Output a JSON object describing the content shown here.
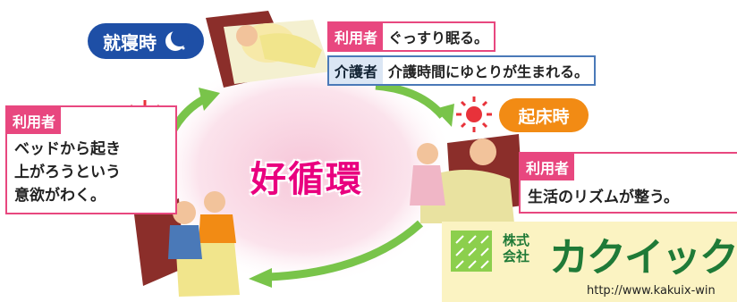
{
  "colors": {
    "accent_pink": "#e9007f",
    "user_tag": "#e8477f",
    "caregiver_tag_border": "#4a79b8",
    "night_badge": "#1e4fa6",
    "morning_badge": "#f28b14",
    "arrow_green": "#79c44a",
    "logo_green": "#1f7a37"
  },
  "center": {
    "label": "好循環"
  },
  "bedtime": {
    "badge": "就寝時",
    "icon": "moon-icon",
    "user_tag": "利用者",
    "user_text": "ぐっすり眠る。",
    "caregiver_tag": "介護者",
    "caregiver_text": "介護時間にゆとりが生まれる。"
  },
  "wakeup": {
    "badge": "起床時",
    "icon": "sun-icon",
    "user_tag": "利用者",
    "user_text": "生活のリズムが整う。"
  },
  "left": {
    "icon": "sunrise-icon",
    "user_tag": "利用者",
    "lines": [
      "ベッドから起き",
      "上がろうという",
      "意欲がわく。"
    ]
  },
  "logo": {
    "kabu": "株式",
    "kaisha": "会社",
    "name": "カクイックスウ",
    "url": "http://www.kakuix-win"
  }
}
